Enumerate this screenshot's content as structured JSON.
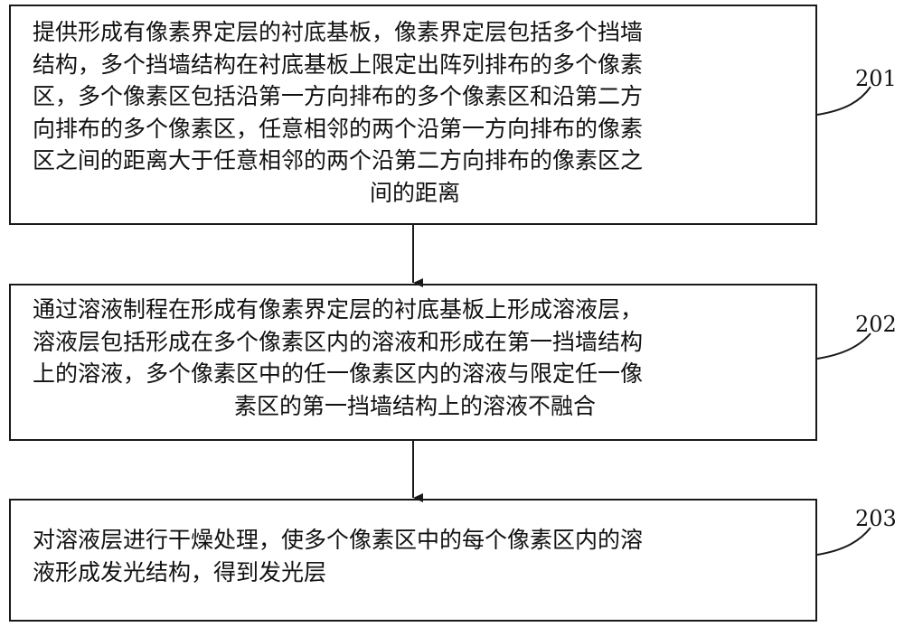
{
  "steps": [
    {
      "id": "201",
      "lines": [
        "提供形成有像素界定层的衬底基板，像素界定层包括多个挡墙",
        "结构，多个挡墙结构在衬底基板上限定出阵列排布的多个像素",
        "区，多个像素区包括沿第一方向排布的多个像素区和沿第二方",
        "向排布的多个像素区，任意相邻的两个沿第一方向排布的像素",
        "区之间的距离大于任意相邻的两个沿第二方向排布的像素区之",
        "间的距离"
      ]
    },
    {
      "id": "202",
      "lines": [
        "通过溶液制程在形成有像素界定层的衬底基板上形成溶液层，",
        "溶液层包括形成在多个像素区内的溶液和形成在第一挡墙结构",
        "上的溶液，多个像素区中的任一像素区内的溶液与限定任一像",
        "素区的第一挡墙结构上的溶液不融合"
      ]
    },
    {
      "id": "203",
      "lines": [
        "对溶液层进行干燥处理，使多个像素区中的每个像素区内的溶",
        "液形成发光结构，得到发光层"
      ]
    }
  ]
}
